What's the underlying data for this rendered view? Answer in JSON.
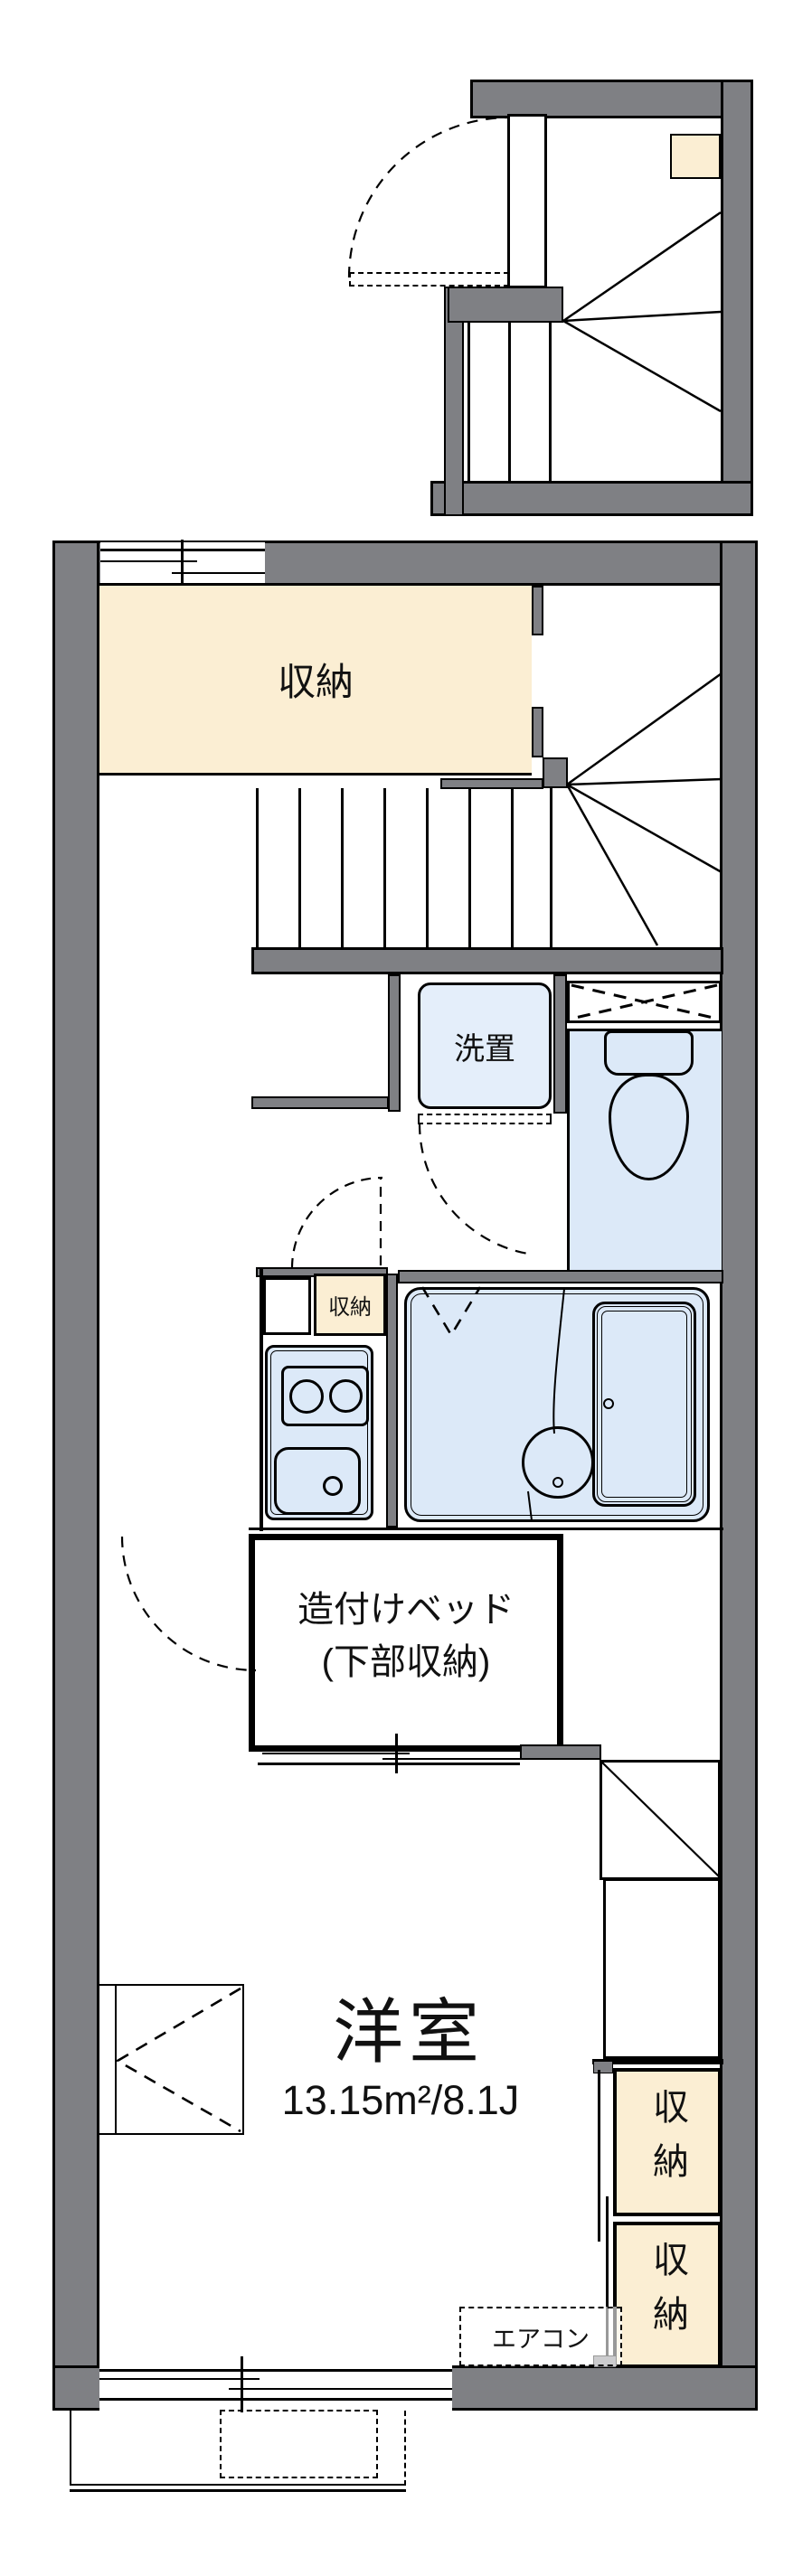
{
  "floorplan": {
    "labels": {
      "closet_upper": "収納",
      "laundry": "洗置",
      "closet_small": "収納",
      "bed_line1": "造付けベッド",
      "bed_line2": "(下部収納)",
      "room_name": "洋室",
      "room_area": "13.15m²/8.1J",
      "closet_right_1": "収納",
      "closet_right_2": "収納",
      "aircon": "エアコン"
    },
    "colors": {
      "wall": "#7f8084",
      "cream": "#fbeed3",
      "fixture_blue": "#dce9f8",
      "fixture_blue_light": "#e4eefa",
      "line": "#000000"
    }
  }
}
